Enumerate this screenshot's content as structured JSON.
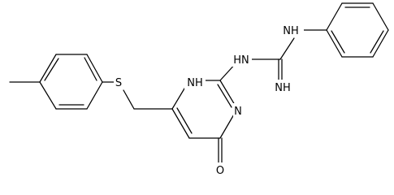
{
  "structure": {
    "atoms": {
      "nh_phenyl": "NH",
      "nh_link": "HN",
      "imine": "NH",
      "ring_nh": "NH",
      "ring_n": "N",
      "sulfur": "S",
      "oxygen": "O"
    }
  },
  "colors": {
    "bond": "#000000",
    "text": "#000000",
    "background": "#ffffff"
  }
}
